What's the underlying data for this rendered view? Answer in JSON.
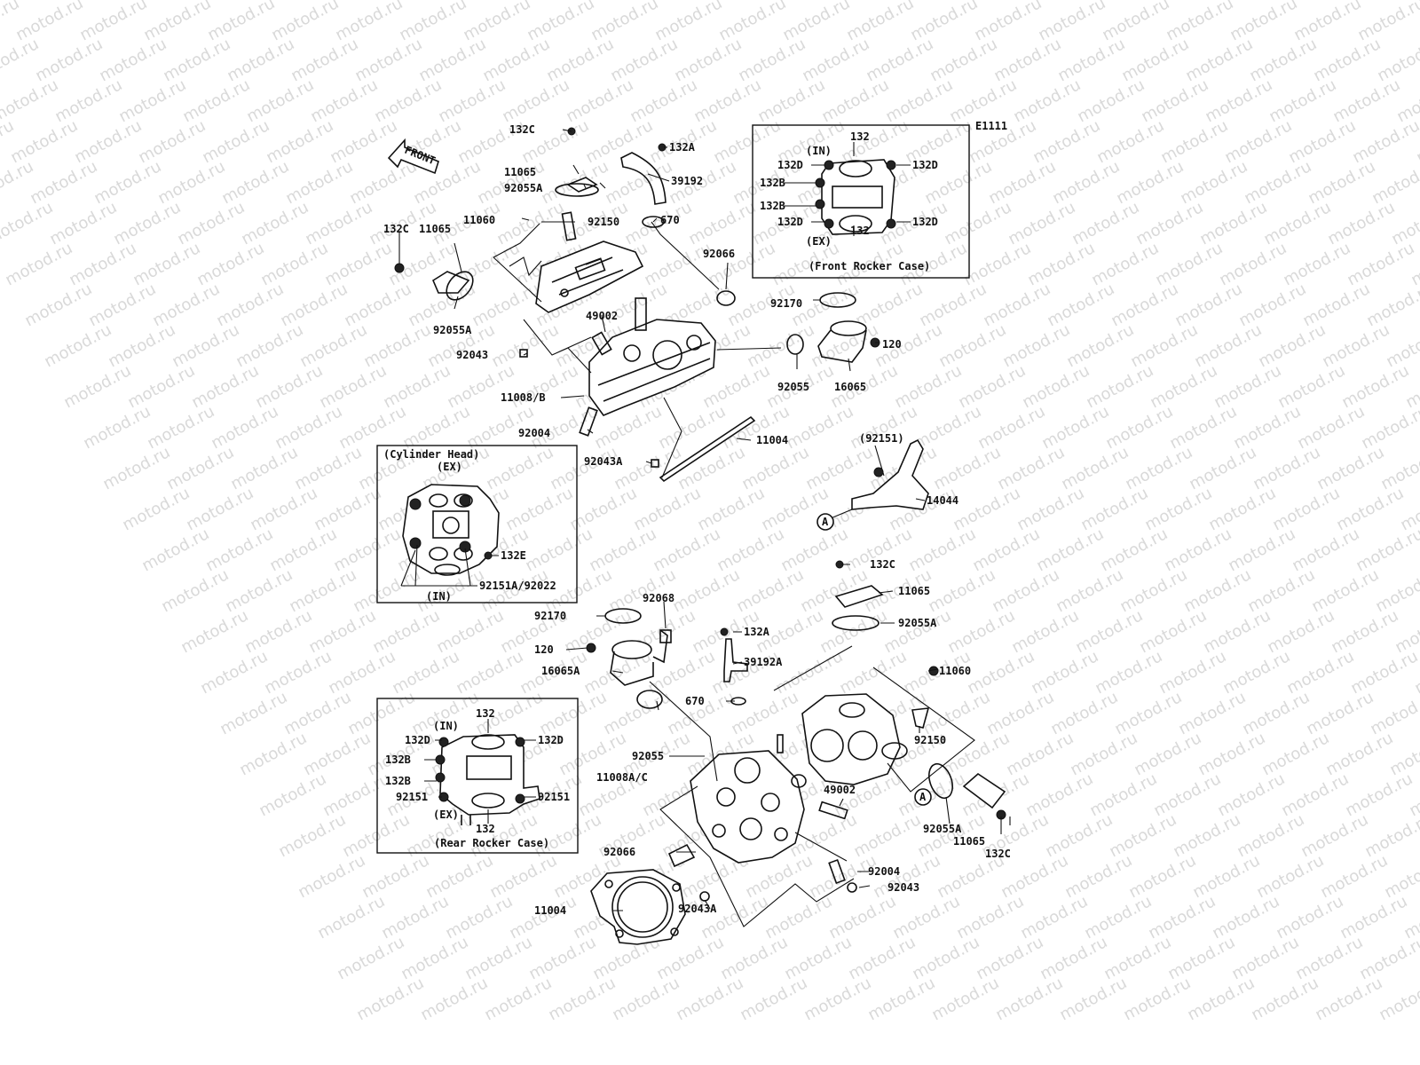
{
  "watermark_text": "motod.ru",
  "diagram_code": "E1111",
  "front_arrow_label": "FRONT",
  "circle_marker": "A",
  "insets": {
    "front_rocker_case": {
      "title": "(Front Rocker Case)",
      "in": "(IN)",
      "ex": "(EX)",
      "labels": [
        "132",
        "132D",
        "132D",
        "132B",
        "132B",
        "132D",
        "132D",
        "132"
      ]
    },
    "cylinder_head": {
      "title": "(Cylinder Head)",
      "ex": "(EX)",
      "in": "(IN)",
      "labels": [
        "132E",
        "92151A/92022"
      ]
    },
    "rear_rocker_case": {
      "title": "(Rear Rocker Case)",
      "in": "(IN)",
      "ex": "(EX)",
      "labels": [
        "132",
        "132D",
        "132D",
        "132B",
        "132B",
        "92151",
        "92151",
        "132"
      ]
    }
  },
  "part_labels": [
    "132C",
    "132A",
    "11065",
    "39192",
    "92055A",
    "11060",
    "92150",
    "670",
    "132C",
    "11065",
    "92066",
    "92055A",
    "92170",
    "49002",
    "120",
    "92043",
    "92055",
    "16065",
    "11008/B",
    "92004",
    "11004",
    "92043A",
    "(92151)",
    "14044",
    "132C",
    "11065",
    "92068",
    "92055A",
    "92170",
    "132A",
    "120",
    "39192A",
    "16065A",
    "11060",
    "670",
    "92055",
    "92150",
    "11008A/C",
    "49002",
    "92055A",
    "11065",
    "132C",
    "92066",
    "92004",
    "92043",
    "11004",
    "92043A"
  ]
}
